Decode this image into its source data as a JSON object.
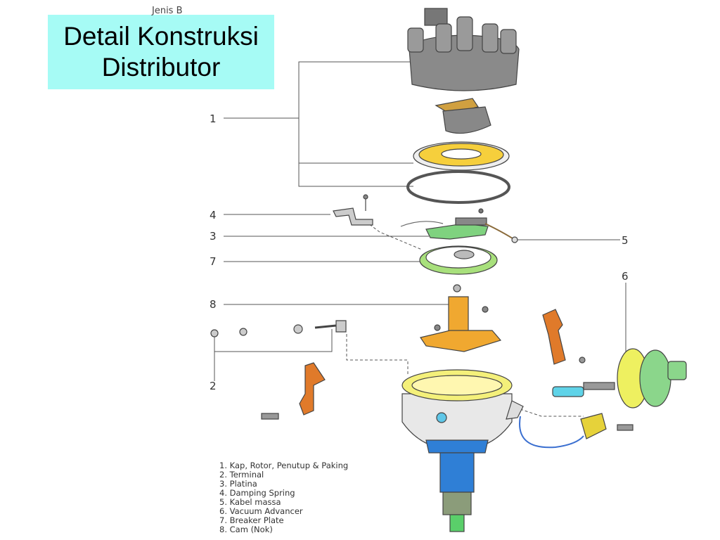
{
  "title": "Detail Konstruksi\nDistributor",
  "type_label": "Jenis B",
  "callouts": {
    "c1": "1",
    "c2": "2",
    "c3": "3",
    "c4": "4",
    "c5": "5",
    "c6": "6",
    "c7": "7",
    "c8": "8"
  },
  "legend": [
    "1. Kap, Rotor, Penutup & Paking",
    "2. Terminal",
    "3. Platina",
    "4. Damping Spring",
    "5. Kabel massa",
    "6. Vacuum Advancer",
    "7. Breaker Plate",
    "8. Cam (Nok)"
  ],
  "colors": {
    "title_bg": "#a6fbf5",
    "cap": "#8a8a8a",
    "plate_yellow": "#f6cf3c",
    "breaker_green": "#a8e07c",
    "cam_orange": "#f0a830",
    "housing_yellow": "#f4f07a",
    "shaft_blue": "#2f7fd6",
    "vacuum_yellow": "#eef060",
    "clip_orange": "#e07a2a"
  }
}
